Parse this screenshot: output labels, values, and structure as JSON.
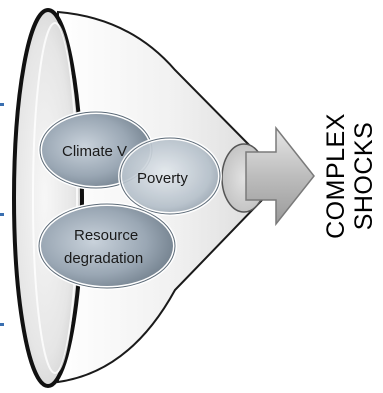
{
  "diagram": {
    "factors": [
      {
        "id": "climate",
        "label": "Climate V"
      },
      {
        "id": "poverty",
        "label": "Poverty"
      },
      {
        "id": "resource",
        "label_line1": "Resource",
        "label_line2": "degradation"
      }
    ],
    "outcome": {
      "line1": "COMPLEX",
      "line2": "SHOCKS"
    },
    "colors": {
      "funnel_outline": "#1a1a1a",
      "ellipse_fill": "#a9b4bf",
      "ellipse_rim": "#ffffff",
      "arrow_fill": "#b8b8b8",
      "accent_ticks": "#3a6fb0"
    }
  }
}
